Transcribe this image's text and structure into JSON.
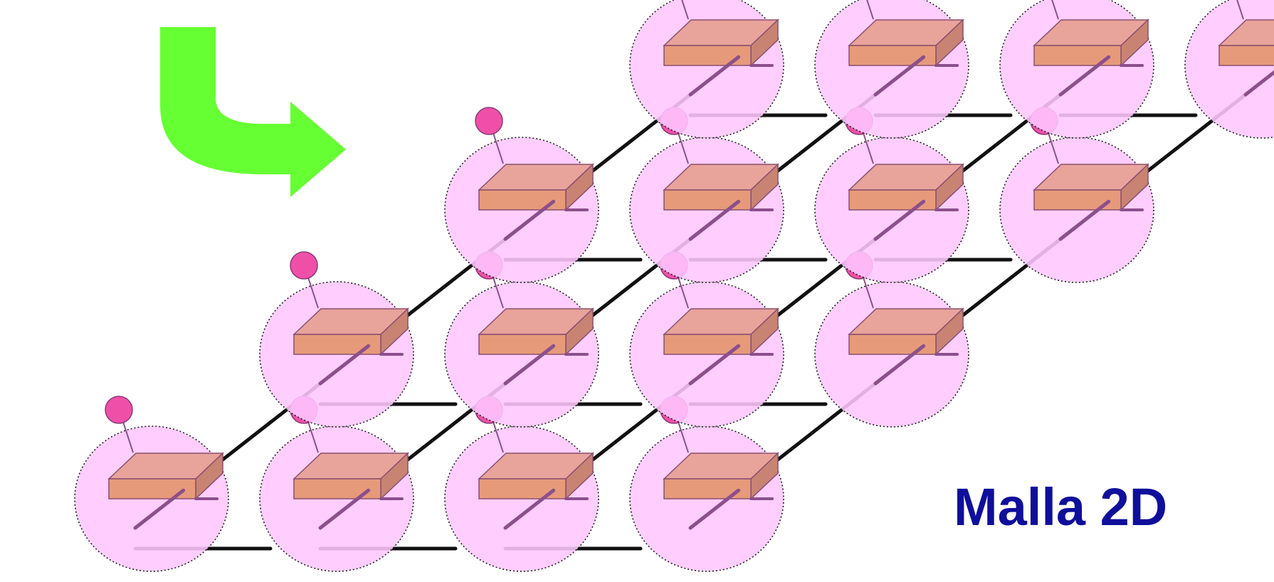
{
  "title": "Malla 2D",
  "colors": {
    "title": "#0f0f9c",
    "arrow": "#66ff33",
    "node_fill": "#ffc7ff",
    "node_outline": "#222222",
    "switch_top": "#e8a39b",
    "switch_front": "#e69a7a",
    "switch_side": "#c98373",
    "switch_edge": "#8a4f6e",
    "processor": "#f04fa8",
    "processor_stroke": "#8a3a7a",
    "link_core": "#111111",
    "link_inside": "#8c4f8c"
  },
  "mesh": {
    "rows": 4,
    "cols": 4,
    "topology": "2D mesh"
  },
  "icons": {
    "arrow": "curved-arrow-icon",
    "processor": "processor-icon",
    "switch": "switch-icon"
  }
}
